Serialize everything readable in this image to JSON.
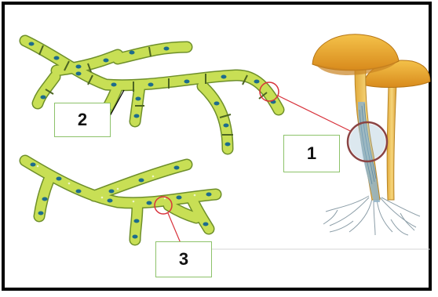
{
  "labels": {
    "one": "1",
    "two": "2",
    "three": "3"
  },
  "colors": {
    "frame": "#000000",
    "hypha_fill": "#c8df55",
    "hypha_stroke": "#6e8f2a",
    "nucleus": "#1d6c8c",
    "septum": "#4c6522",
    "callout": "#d8333c",
    "box_border": "#8dc26a",
    "mushroom_cap": "#e8a62a",
    "mushroom_stalk": "#f0c55a",
    "mycelium": "#7fa6bd"
  },
  "icons": [
    "branching-hypha-septate",
    "branching-hypha-aseptate",
    "mushroom"
  ]
}
